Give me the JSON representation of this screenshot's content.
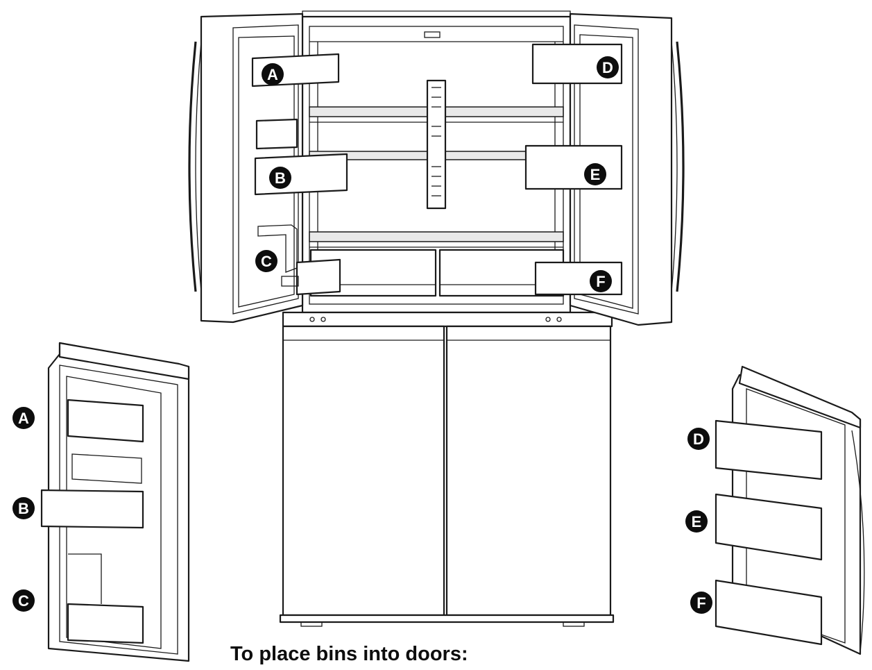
{
  "instruction_heading": "To place bins into doors:",
  "bin_labels": {
    "A": "A",
    "B": "B",
    "C": "C",
    "D": "D",
    "E": "E",
    "F": "F"
  },
  "colors": {
    "line": "#1a1a1a",
    "badge": "#0d0d0d",
    "background": "#ffffff"
  }
}
